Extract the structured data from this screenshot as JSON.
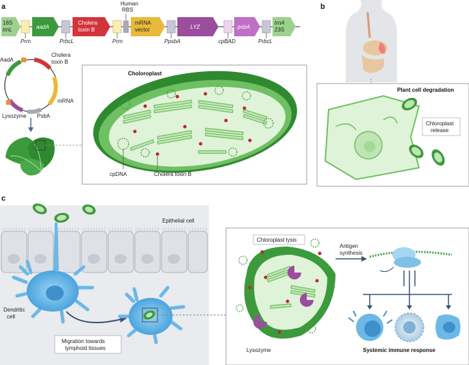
{
  "panels": {
    "a": "a",
    "b": "b",
    "c": "c"
  },
  "construct": {
    "trnL": {
      "l1": "16S",
      "l2": "trnL"
    },
    "aadA": "aadA",
    "cholera": {
      "l1": "Cholera",
      "l2": "toxin B"
    },
    "mrna": {
      "l1": "mRNA",
      "l2": "vector"
    },
    "rbs": {
      "l1": "Human",
      "l2": "RBS"
    },
    "lyz": "LYZ",
    "psbA": "psbA",
    "trnA": {
      "l1": "trnA",
      "l2": "23S"
    },
    "prom1": "Prrn",
    "prom2": "PrbcL",
    "prom3": "Prrn",
    "prom4": "PpsbA",
    "prom5": "cpBAD",
    "prom6": "PrbcL"
  },
  "plasmid": {
    "aadA": "AadA",
    "cholera": {
      "l1": "Cholera",
      "l2": "toxin B"
    },
    "mrna": "mRNA",
    "lysozyme": "Lysozyme",
    "psba": "PsbA"
  },
  "chloroplast_a": {
    "title": "Choloroplast",
    "cpdna": "cpDNA",
    "ctb": "Cholera toxin B"
  },
  "panel_b": {
    "title": "Plant cell degradation",
    "release": {
      "l1": "Chloroplast",
      "l2": "release"
    }
  },
  "panel_c": {
    "epithelial": "Epithelial cell",
    "dendritic": {
      "l1": "Dendritic",
      "l2": "cell"
    },
    "migration": {
      "l1": "Migration towards",
      "l2": "lymphoid tissues"
    },
    "lysis": "Chloroplast lysis",
    "antigen": {
      "l1": "Antigen",
      "l2": "synthesis"
    },
    "lysozyme": "Lysozyme",
    "immune": "Systemic immune response"
  },
  "colors": {
    "green": "#4aa84a",
    "red": "#d3343c",
    "yellow": "#e8b93a",
    "purple": "#9b4d9e",
    "lightgreen": "#8ccf7e",
    "grey": "#a7a9b6",
    "cell_blue": "#6cb8e6",
    "epithelium": "#e3e5e9"
  }
}
